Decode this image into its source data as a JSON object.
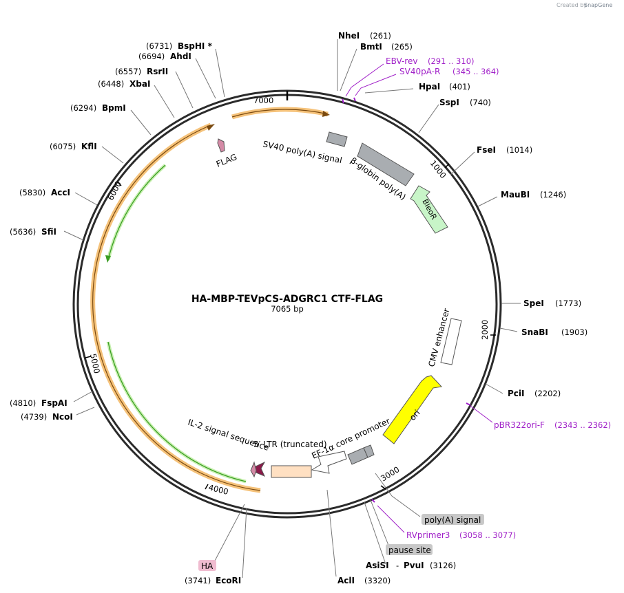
{
  "title": "HA-MBP-TEVpCS-ADGRC1 CTF-FLAG",
  "length_label": "7065 bp",
  "credit": "Created by",
  "credit_brand": "SnapGene",
  "ticks": [
    "1000",
    "2000",
    "3000",
    "4000",
    "5000",
    "6000",
    "7000"
  ],
  "sites": [
    {
      "name": "NheI",
      "pos": "(261)"
    },
    {
      "name": "BmtI",
      "pos": "(265)"
    },
    {
      "name": "HpaI",
      "pos": "(401)"
    },
    {
      "name": "SspI",
      "pos": "(740)"
    },
    {
      "name": "FseI",
      "pos": "(1014)"
    },
    {
      "name": "MauBI",
      "pos": "(1246)"
    },
    {
      "name": "SpeI",
      "pos": "(1773)"
    },
    {
      "name": "SnaBI",
      "pos": "(1903)"
    },
    {
      "name": "PciI",
      "pos": "(2202)"
    },
    {
      "name": "PvuI",
      "pos": "(3126)"
    },
    {
      "name": "AsiSI",
      "pos": "-"
    },
    {
      "name": "AclI",
      "pos": "(3320)"
    },
    {
      "name": "EcoRI",
      "pos": "(3741)"
    },
    {
      "name": "NcoI",
      "pos": "(4739)"
    },
    {
      "name": "FspAI",
      "pos": "(4810)"
    },
    {
      "name": "SfiI",
      "pos": "(5636)"
    },
    {
      "name": "AccI",
      "pos": "(5830)"
    },
    {
      "name": "KflI",
      "pos": "(6075)"
    },
    {
      "name": "BpmI",
      "pos": "(6294)"
    },
    {
      "name": "XbaI",
      "pos": "(6448)"
    },
    {
      "name": "RsrII",
      "pos": "(6557)"
    },
    {
      "name": "AhdI",
      "pos": "(6694)"
    },
    {
      "name": "BspHI *",
      "pos": "(6731)"
    }
  ],
  "primers": [
    {
      "name": "EBV-rev",
      "pos": "(291 .. 310)"
    },
    {
      "name": "SV40pA-R",
      "pos": "(345 .. 364)"
    },
    {
      "name": "pBR322ori-F",
      "pos": "(2343 .. 2362)"
    },
    {
      "name": "RVprimer3",
      "pos": "(3058 .. 3077)"
    }
  ],
  "features": {
    "sv40": "SV40 poly(A) signal",
    "bglobin": "β-globin poly(A)",
    "bleor": "BleoR",
    "cmv": "CMV enhancer",
    "ori": "ori",
    "ef1a": "EF-1α core promoter",
    "ltr": "5′ LTR (truncated)",
    "il2": "IL-2 signal sequence",
    "flag": "FLAG",
    "ha": "HA",
    "polya": "poly(A) signal",
    "pause": "pause site"
  },
  "colors": {
    "backbone": "#2b2b2b",
    "orf_outer": "#f5c27a",
    "orf_inner": "#3a9d23",
    "bleor": "#c8f5c8",
    "ori": "#ffff00",
    "promoter": "#a9adb1",
    "ltr": "#ffe0c2",
    "il2": "#8b1a4a",
    "flag": "#d48aa6",
    "primer": "#a020c8"
  }
}
